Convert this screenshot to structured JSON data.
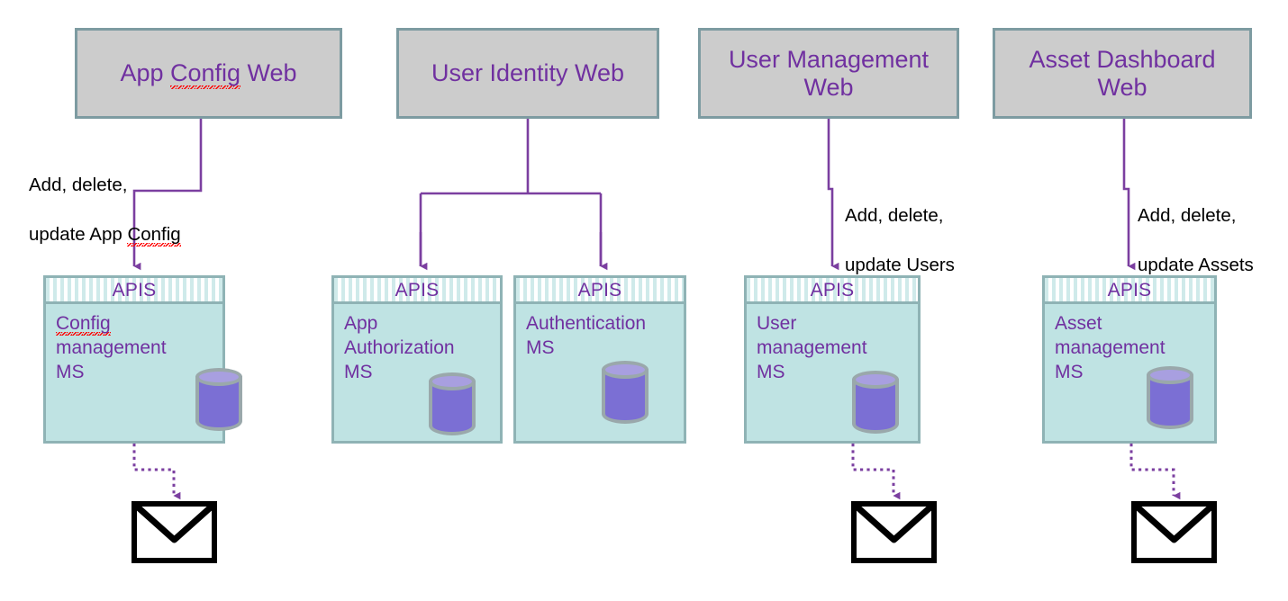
{
  "diagram": {
    "title": "Microservices architecture diagram",
    "colors": {
      "web_box_fill": "#cccccc",
      "web_box_border": "#7d9ba1",
      "ms_box_fill": "#bfe3e3",
      "ms_box_border": "#8fb3b5",
      "apis_stripe": "#cfeaea",
      "accent_purple": "#7030a0",
      "connector_purple": "#7b3fa0",
      "db_body": "#7b6fd4",
      "db_top": "#a89fe0",
      "db_border": "#9aa8ab",
      "label_black": "#000000",
      "spellcheck_red": "#ff0000",
      "envelope_black": "#000000",
      "background": "#ffffff"
    },
    "web_clients": [
      {
        "id": "app-config-web",
        "label": "App Config Web",
        "line1": "App Config Web",
        "line2": ""
      },
      {
        "id": "user-identity-web",
        "label": "User Identity Web",
        "line1": "User Identity Web",
        "line2": ""
      },
      {
        "id": "user-management-web",
        "label": "User Management Web",
        "line1": "User Management",
        "line2": "Web"
      },
      {
        "id": "asset-dashboard-web",
        "label": "Asset Dashboard Web",
        "line1": "Asset Dashboard",
        "line2": "Web"
      }
    ],
    "api_band_label": "APIS",
    "microservices": [
      {
        "id": "config-management-ms",
        "name": "Config management MS",
        "line1": "Config",
        "line2": "management",
        "line3": "MS",
        "has_database": true,
        "has_email": true
      },
      {
        "id": "app-authorization-ms",
        "name": "App Authorization MS",
        "line1": "App",
        "line2": "Authorization",
        "line3": "MS",
        "has_database": true,
        "has_email": false
      },
      {
        "id": "authentication-ms",
        "name": "Authentication MS",
        "line1": "Authentication",
        "line2": "MS",
        "line3": "",
        "has_database": true,
        "has_email": false
      },
      {
        "id": "user-management-ms",
        "name": "User management MS",
        "line1": "User",
        "line2": "management",
        "line3": "MS",
        "has_database": true,
        "has_email": true
      },
      {
        "id": "asset-management-ms",
        "name": "Asset management MS",
        "line1": "Asset",
        "line2": "management",
        "line3": "MS",
        "has_database": true,
        "has_email": true
      }
    ],
    "connector_labels": [
      {
        "id": "app-config-flow",
        "line1": "Add, delete,",
        "line2": "update App Config"
      },
      {
        "id": "users-flow",
        "line1": "Add, delete,",
        "line2": "update Users"
      },
      {
        "id": "assets-flow",
        "line1": "Add, delete,",
        "line2": "update Assets"
      }
    ],
    "email_icons": [
      {
        "id": "email-config-management"
      },
      {
        "id": "email-user-management"
      },
      {
        "id": "email-asset-management"
      }
    ]
  }
}
